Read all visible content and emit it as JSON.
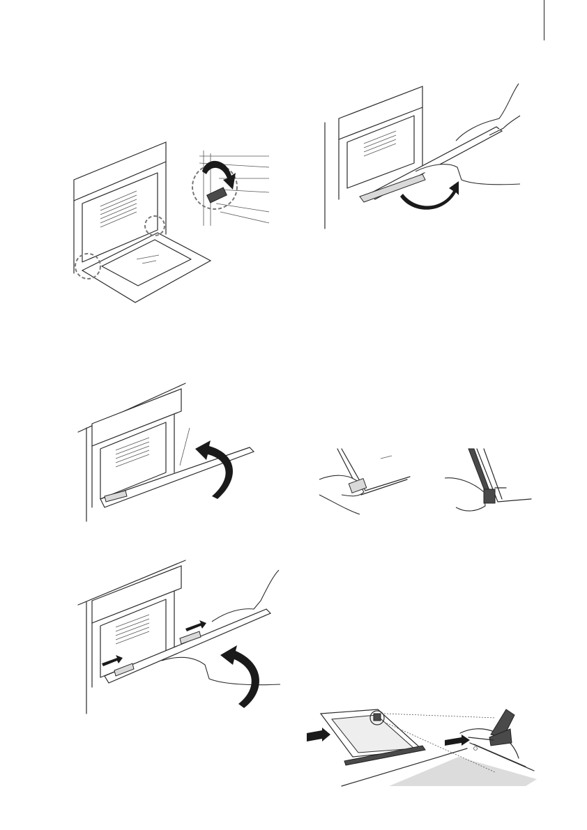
{
  "figures": [
    {
      "id": "fig-1",
      "name": "oven-door-open-hinge-detail"
    },
    {
      "id": "fig-2",
      "name": "door-rotate-with-gloves"
    },
    {
      "id": "fig-3",
      "name": "door-half-closed-lift"
    },
    {
      "id": "fig-4",
      "name": "door-glass-removal-detail"
    },
    {
      "id": "fig-5",
      "name": "door-slide-out-gloves"
    },
    {
      "id": "fig-6",
      "name": "glass-panel-reinsert-detail"
    }
  ],
  "colors": {
    "line": "#2a2a2a",
    "fill_grey": "#d9d9d9",
    "fill_dark": "#4a4a4a",
    "arrow": "#1a1a1a"
  }
}
